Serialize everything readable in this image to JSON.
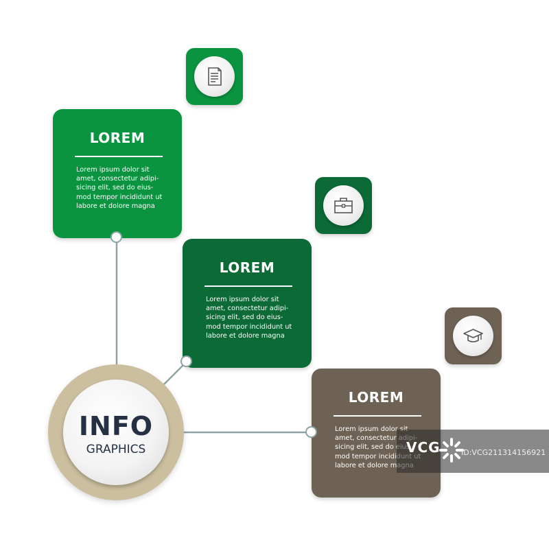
{
  "colors": {
    "green": "#0a9440",
    "dark_green": "#0b6a36",
    "brown": "#6e6254",
    "hub_ring": "#cbbf9f",
    "connector": "#8ea4a4",
    "hub_text": "#253044"
  },
  "hub": {
    "title": "INFO",
    "subtitle": "GRAPHICS"
  },
  "steps": [
    {
      "title": "LOREM",
      "body": "Lorem ipsum dolor sit\namet, consectetur adipi-\nsicing elit, sed do eius-\nmod tempor incididunt ut\nlabore et dolore magna",
      "icon": "document-icon"
    },
    {
      "title": "LOREM",
      "body": "Lorem ipsum dolor sit\namet, consectetur adipi-\nsicing elit, sed do eius-\nmod tempor incididunt ut\nlabore et dolore magna",
      "icon": "briefcase-icon"
    },
    {
      "title": "LOREM",
      "body": "Lorem ipsum dolor sit\namet, consectetur adipi-\nsicing elit, sed do eius-\nmod tempor incididunt ut\nlabore et dolore magna",
      "icon": "graduation-cap-icon"
    }
  ],
  "watermark": {
    "brand": "VCG",
    "id": "ID:VCG2113141569​21"
  }
}
